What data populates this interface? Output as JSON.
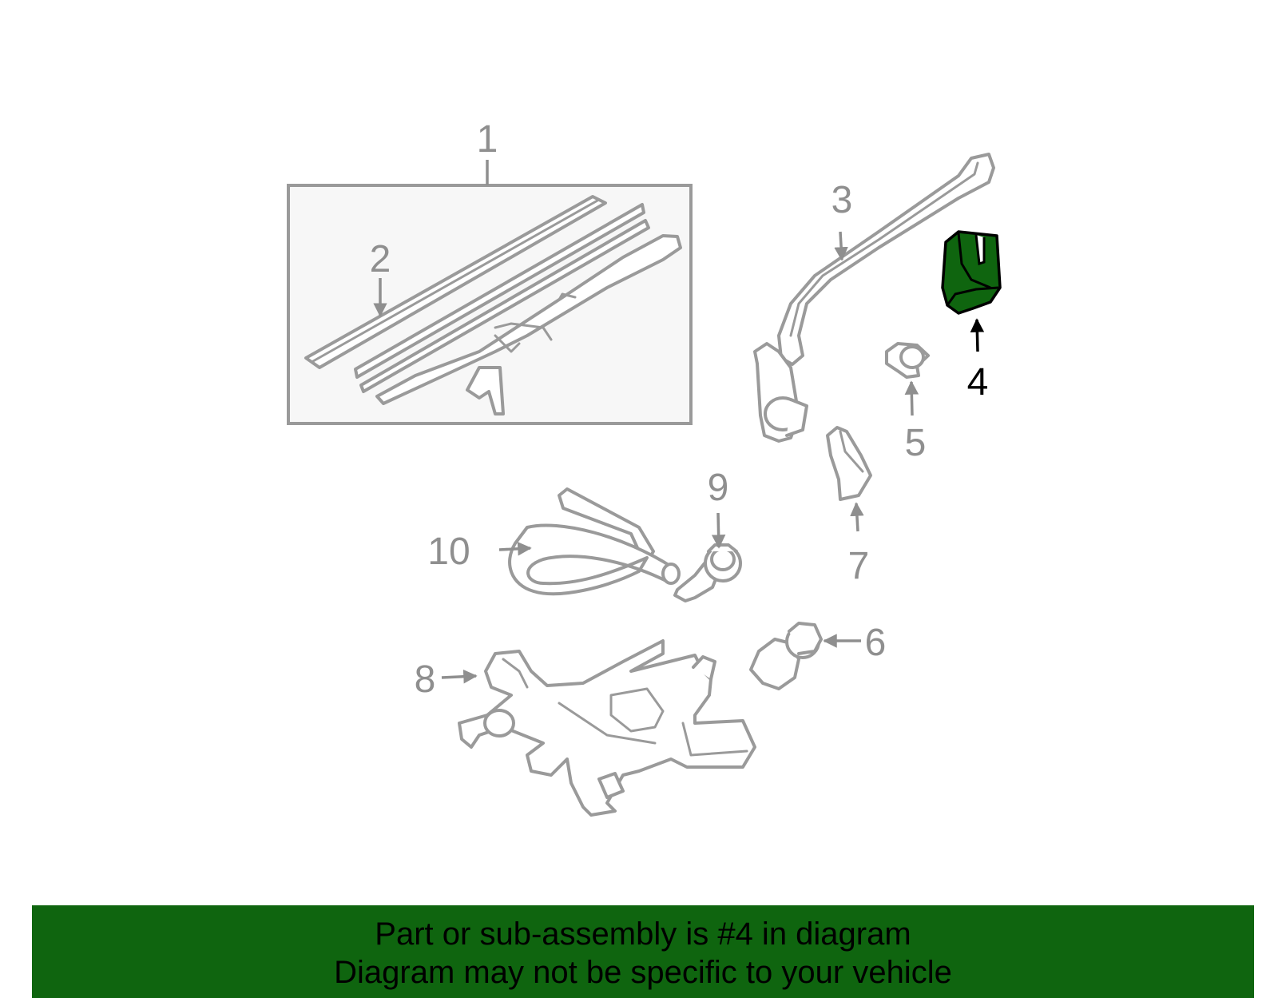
{
  "callouts": {
    "c1": "1",
    "c2": "2",
    "c3": "3",
    "c4": "4",
    "c5": "5",
    "c6": "6",
    "c7": "7",
    "c8": "8",
    "c9": "9",
    "c10": "10"
  },
  "highlight_color": "#0f650f",
  "highlighted_part": "4",
  "banner": {
    "line1": "Part or sub-assembly is #4 in diagram",
    "line2": "Diagram may not be specific to your vehicle"
  }
}
